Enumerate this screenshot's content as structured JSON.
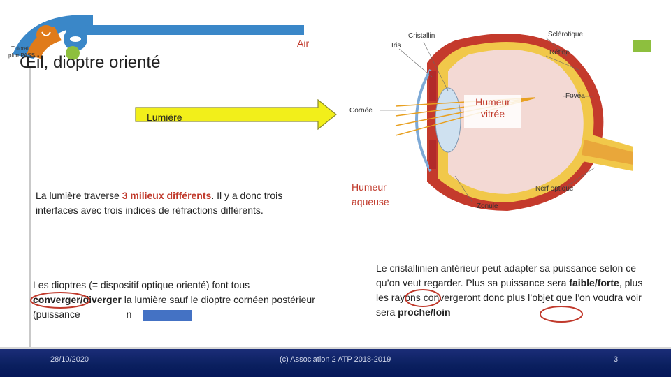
{
  "slide": {
    "title": "Œil, dioptre orienté",
    "logo_text": "Tutorat plumPASS",
    "labels": {
      "air": "Air",
      "lumiere": "Lumière",
      "humeur_vitree_1": "Humeur",
      "humeur_vitree_2": "vitrée",
      "humeur_aqueuse_1": "Humeur",
      "humeur_aqueuse_2": "aqueuse"
    },
    "eye_diagram": {
      "labels": [
        "Cristallin",
        "Sclérotique",
        "Iris",
        "Rétine",
        "Cornée",
        "Fovéa",
        "Nerf optique",
        "Zonule"
      ]
    },
    "paragraph1": {
      "part1": "La lumière traverse ",
      "highlight": "3 milieux différents",
      "part2": ". Il y a donc trois interfaces avec trois indices de réfractions différents."
    },
    "paragraph2": {
      "part1": "Les dioptres (= dispositif optique orienté) font tous ",
      "bold1": "converger/diverger",
      "part2": " la lumière sauf le dioptre cornéen postérieur (puissance ",
      "tail": "n"
    },
    "paragraph3": {
      "part1": "Le cristallinien antérieur peut adapter sa puissance selon ce qu’on veut regarder. Plus sa puissance sera ",
      "bold1": "faible/forte",
      "part2": ", plus les rayons convergeront donc plus l’objet que l’on voudra voir sera ",
      "bold2": "proche/loin"
    }
  },
  "footer": {
    "date": "28/10/2020",
    "copyright": "(c) Association 2 ATP 2018-2019",
    "page": "3"
  },
  "colors": {
    "footer_bg": "#0a1f5e",
    "accent_red": "#c0392b",
    "arrow_fill": "#f2ef1a",
    "header_blue": "#3a87c8",
    "header_green": "#8dbf3e"
  }
}
